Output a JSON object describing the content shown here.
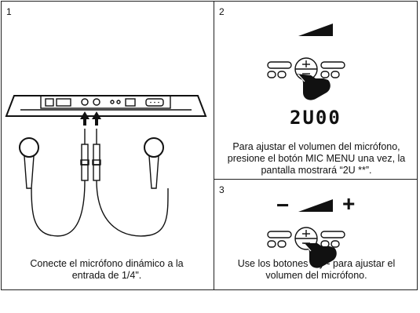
{
  "panels": [
    {
      "number": "1",
      "caption_line1": "Conecte el micrófono dinámico a la",
      "caption_line2": "entrada de 1/4\"."
    },
    {
      "number": "2",
      "display": "2U00",
      "caption_line1": "Para ajustar el volumen del micrófono,",
      "caption_line2": "presione el botón MIC MENU una vez, la",
      "caption_line3": "pantalla mostrará “2U **”."
    },
    {
      "number": "3",
      "minus_sign": "−",
      "plus_sign": "+",
      "caption_line1": "Use los botones + y - para ajustar el",
      "caption_line2": "volumen del micrófono."
    }
  ]
}
